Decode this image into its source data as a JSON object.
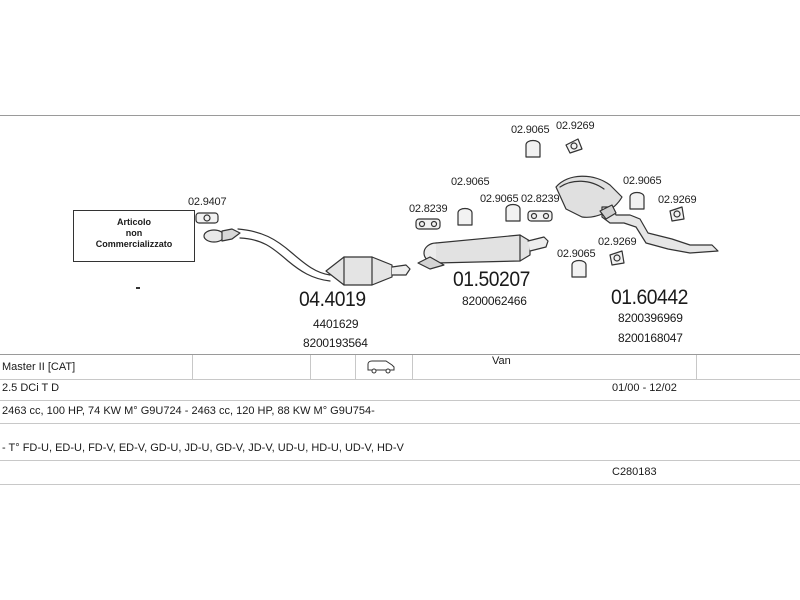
{
  "note": {
    "line1": "Articolo",
    "line2": "non",
    "line3": "Commercializzato"
  },
  "parts": {
    "clamp_02_9407": "02.9407",
    "downpipe_code": "04.4019",
    "downpipe_oem1": "4401629",
    "downpipe_oem2": "8200193564",
    "clamp_02_8239_a": "02.8239",
    "hanger_02_9065_a": "02.9065",
    "hanger_02_9065_b": "02.9065",
    "clamp_02_8239_b": "02.8239",
    "middle_code": "01.50207",
    "middle_oem": "8200062466",
    "hanger_02_9065_top": "02.9065",
    "ring_02_9269_top": "02.9269",
    "hanger_02_9065_right": "02.9065",
    "ring_02_9269_right": "02.9269",
    "hanger_02_9065_low": "02.9065",
    "ring_02_9269_low": "02.9269",
    "rear_code": "01.60442",
    "rear_oem1": "8200396969",
    "rear_oem2": "8200168047"
  },
  "vehicle": {
    "model": "Master II [CAT]",
    "body_type": "Van",
    "engine": "2.5 DCi T D",
    "date_range": "01/00 - 12/02",
    "specs": "2463 cc, 100 HP, 74 KW M° G9U724 - 2463 cc, 120 HP, 88 KW M° G9U754-",
    "variants": "- T° FD-U, ED-U, FD-V, ED-V, GD-U, JD-U, GD-V, JD-V, UD-U, HD-U, UD-V, HD-V",
    "catalog_code": "C280183"
  }
}
